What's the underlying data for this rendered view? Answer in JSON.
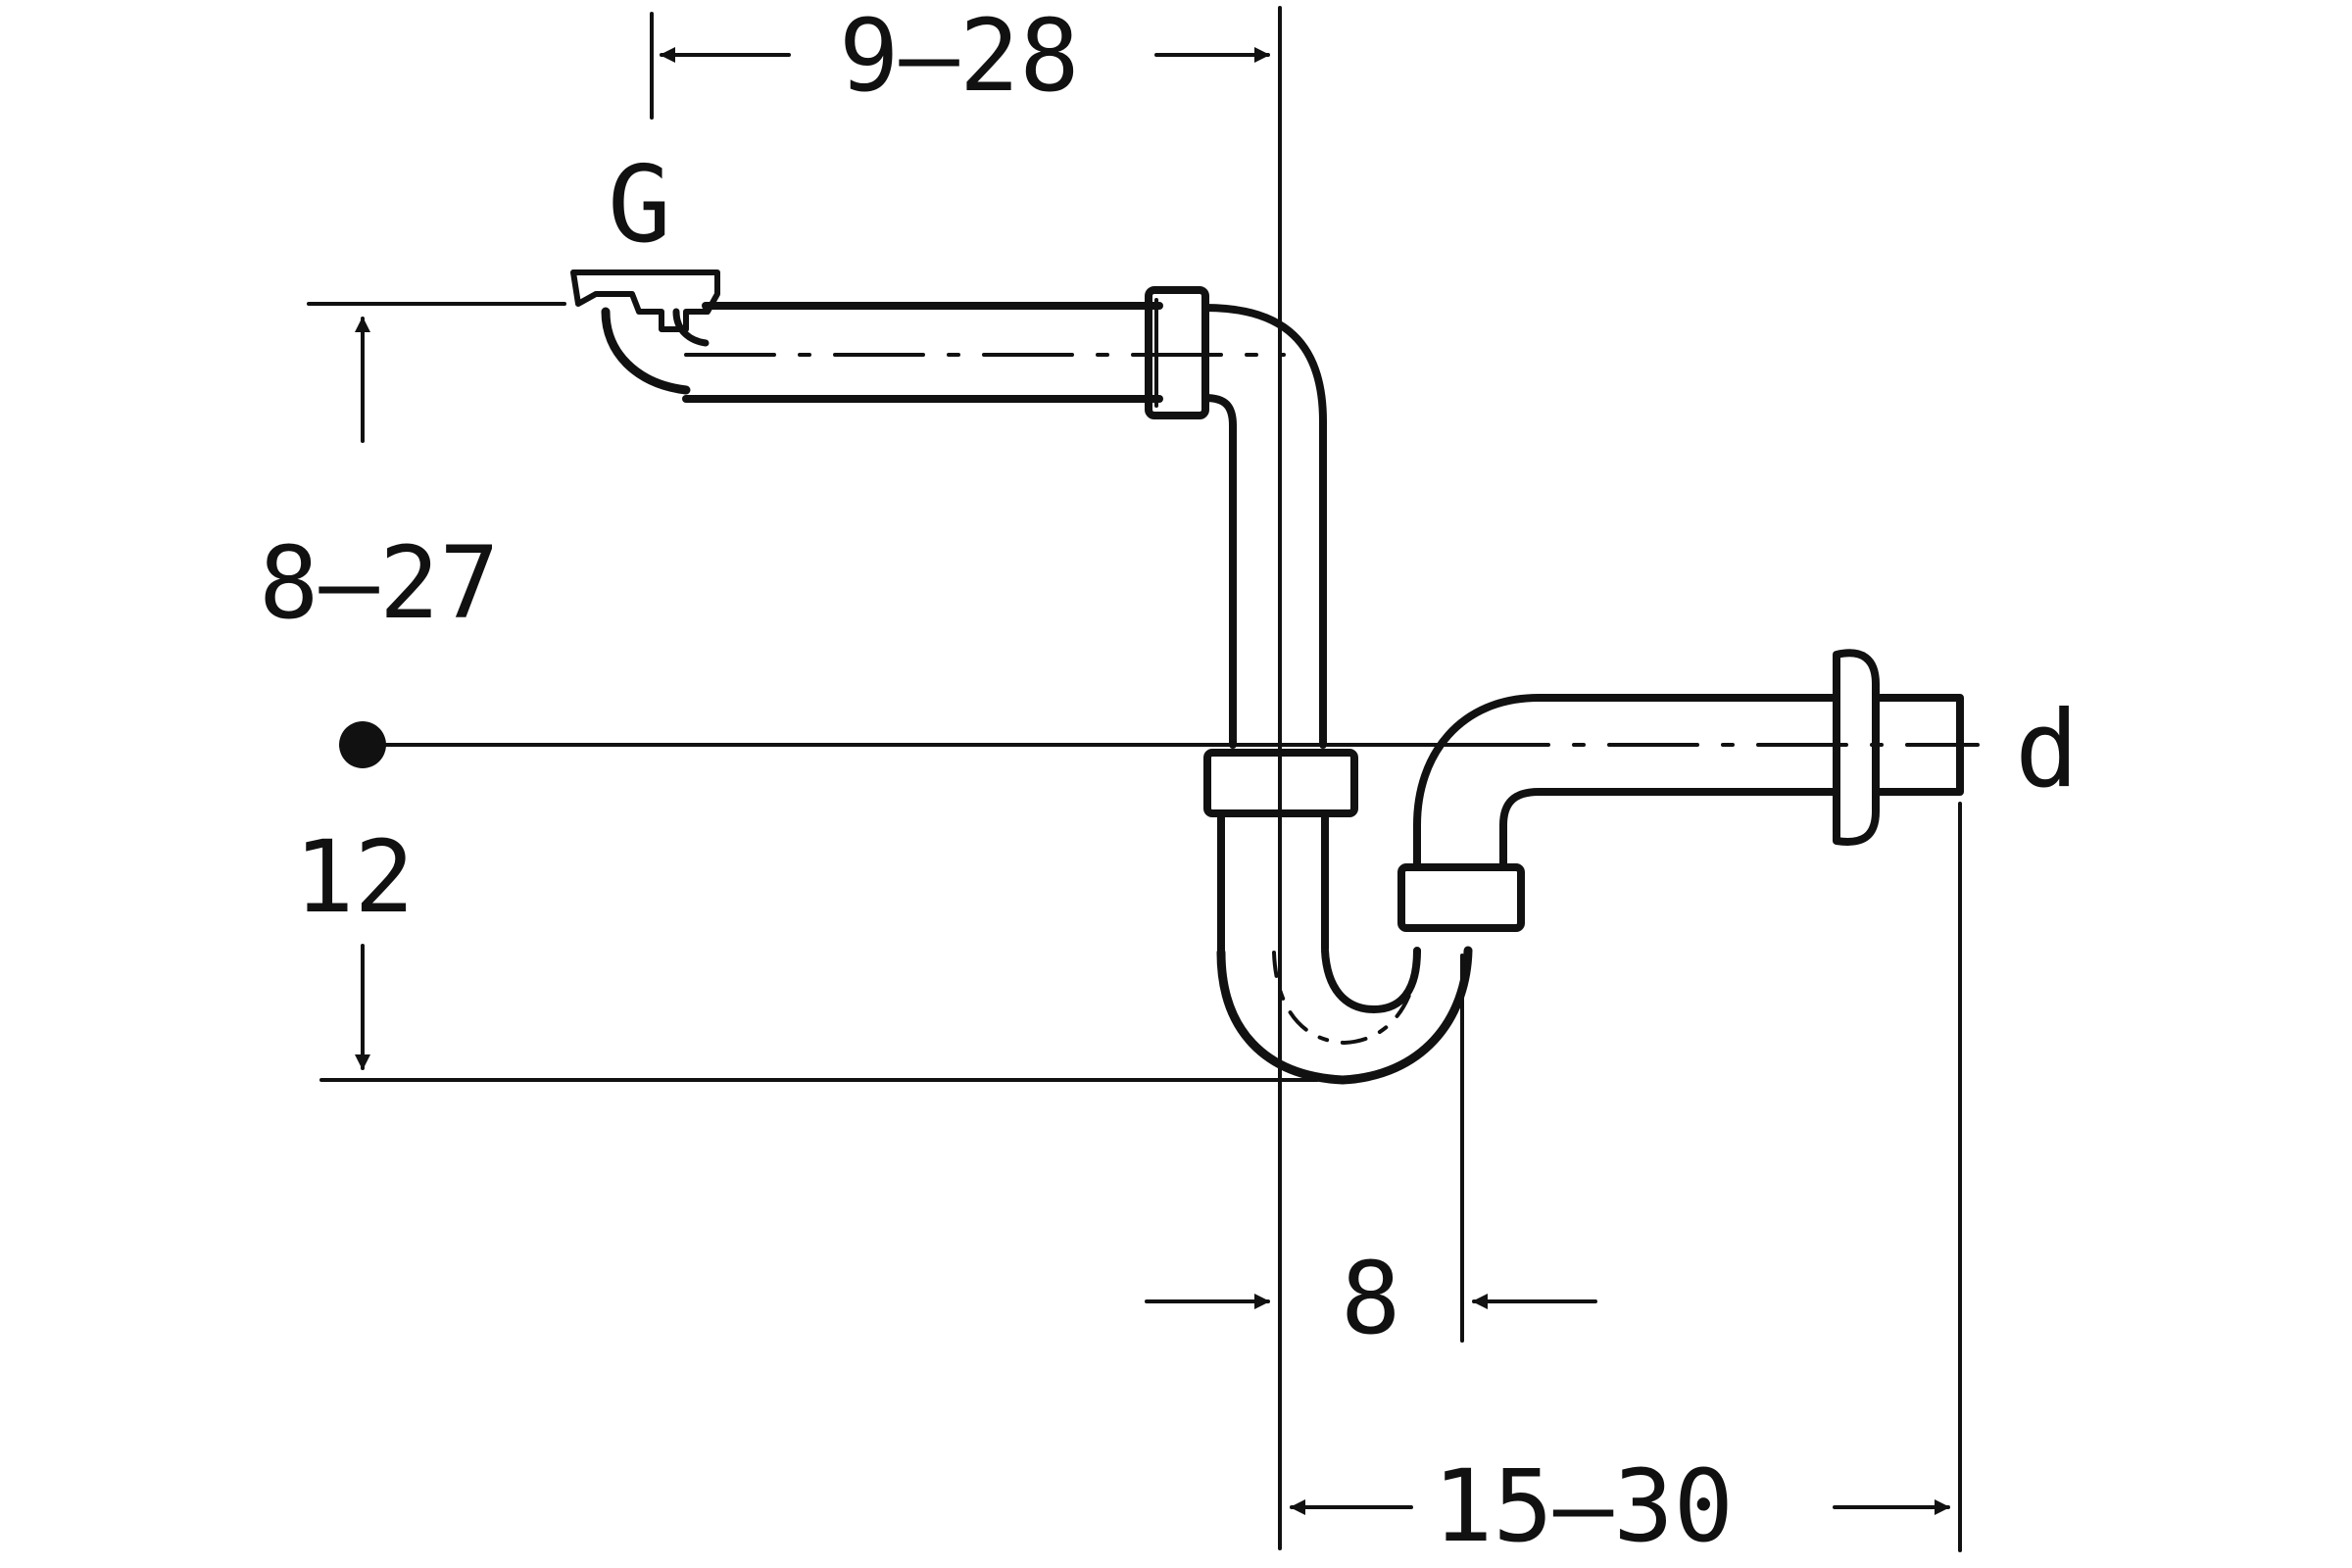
{
  "diagram": {
    "labels": {
      "g": "G",
      "d": "d"
    },
    "dimensions": {
      "top_offset": "9–28",
      "left_height": "8–27",
      "left_lower": "12",
      "bottom_small": "8",
      "bottom_span": "15–30"
    },
    "colors": {
      "line": "#111111",
      "background": "#ffffff"
    }
  }
}
